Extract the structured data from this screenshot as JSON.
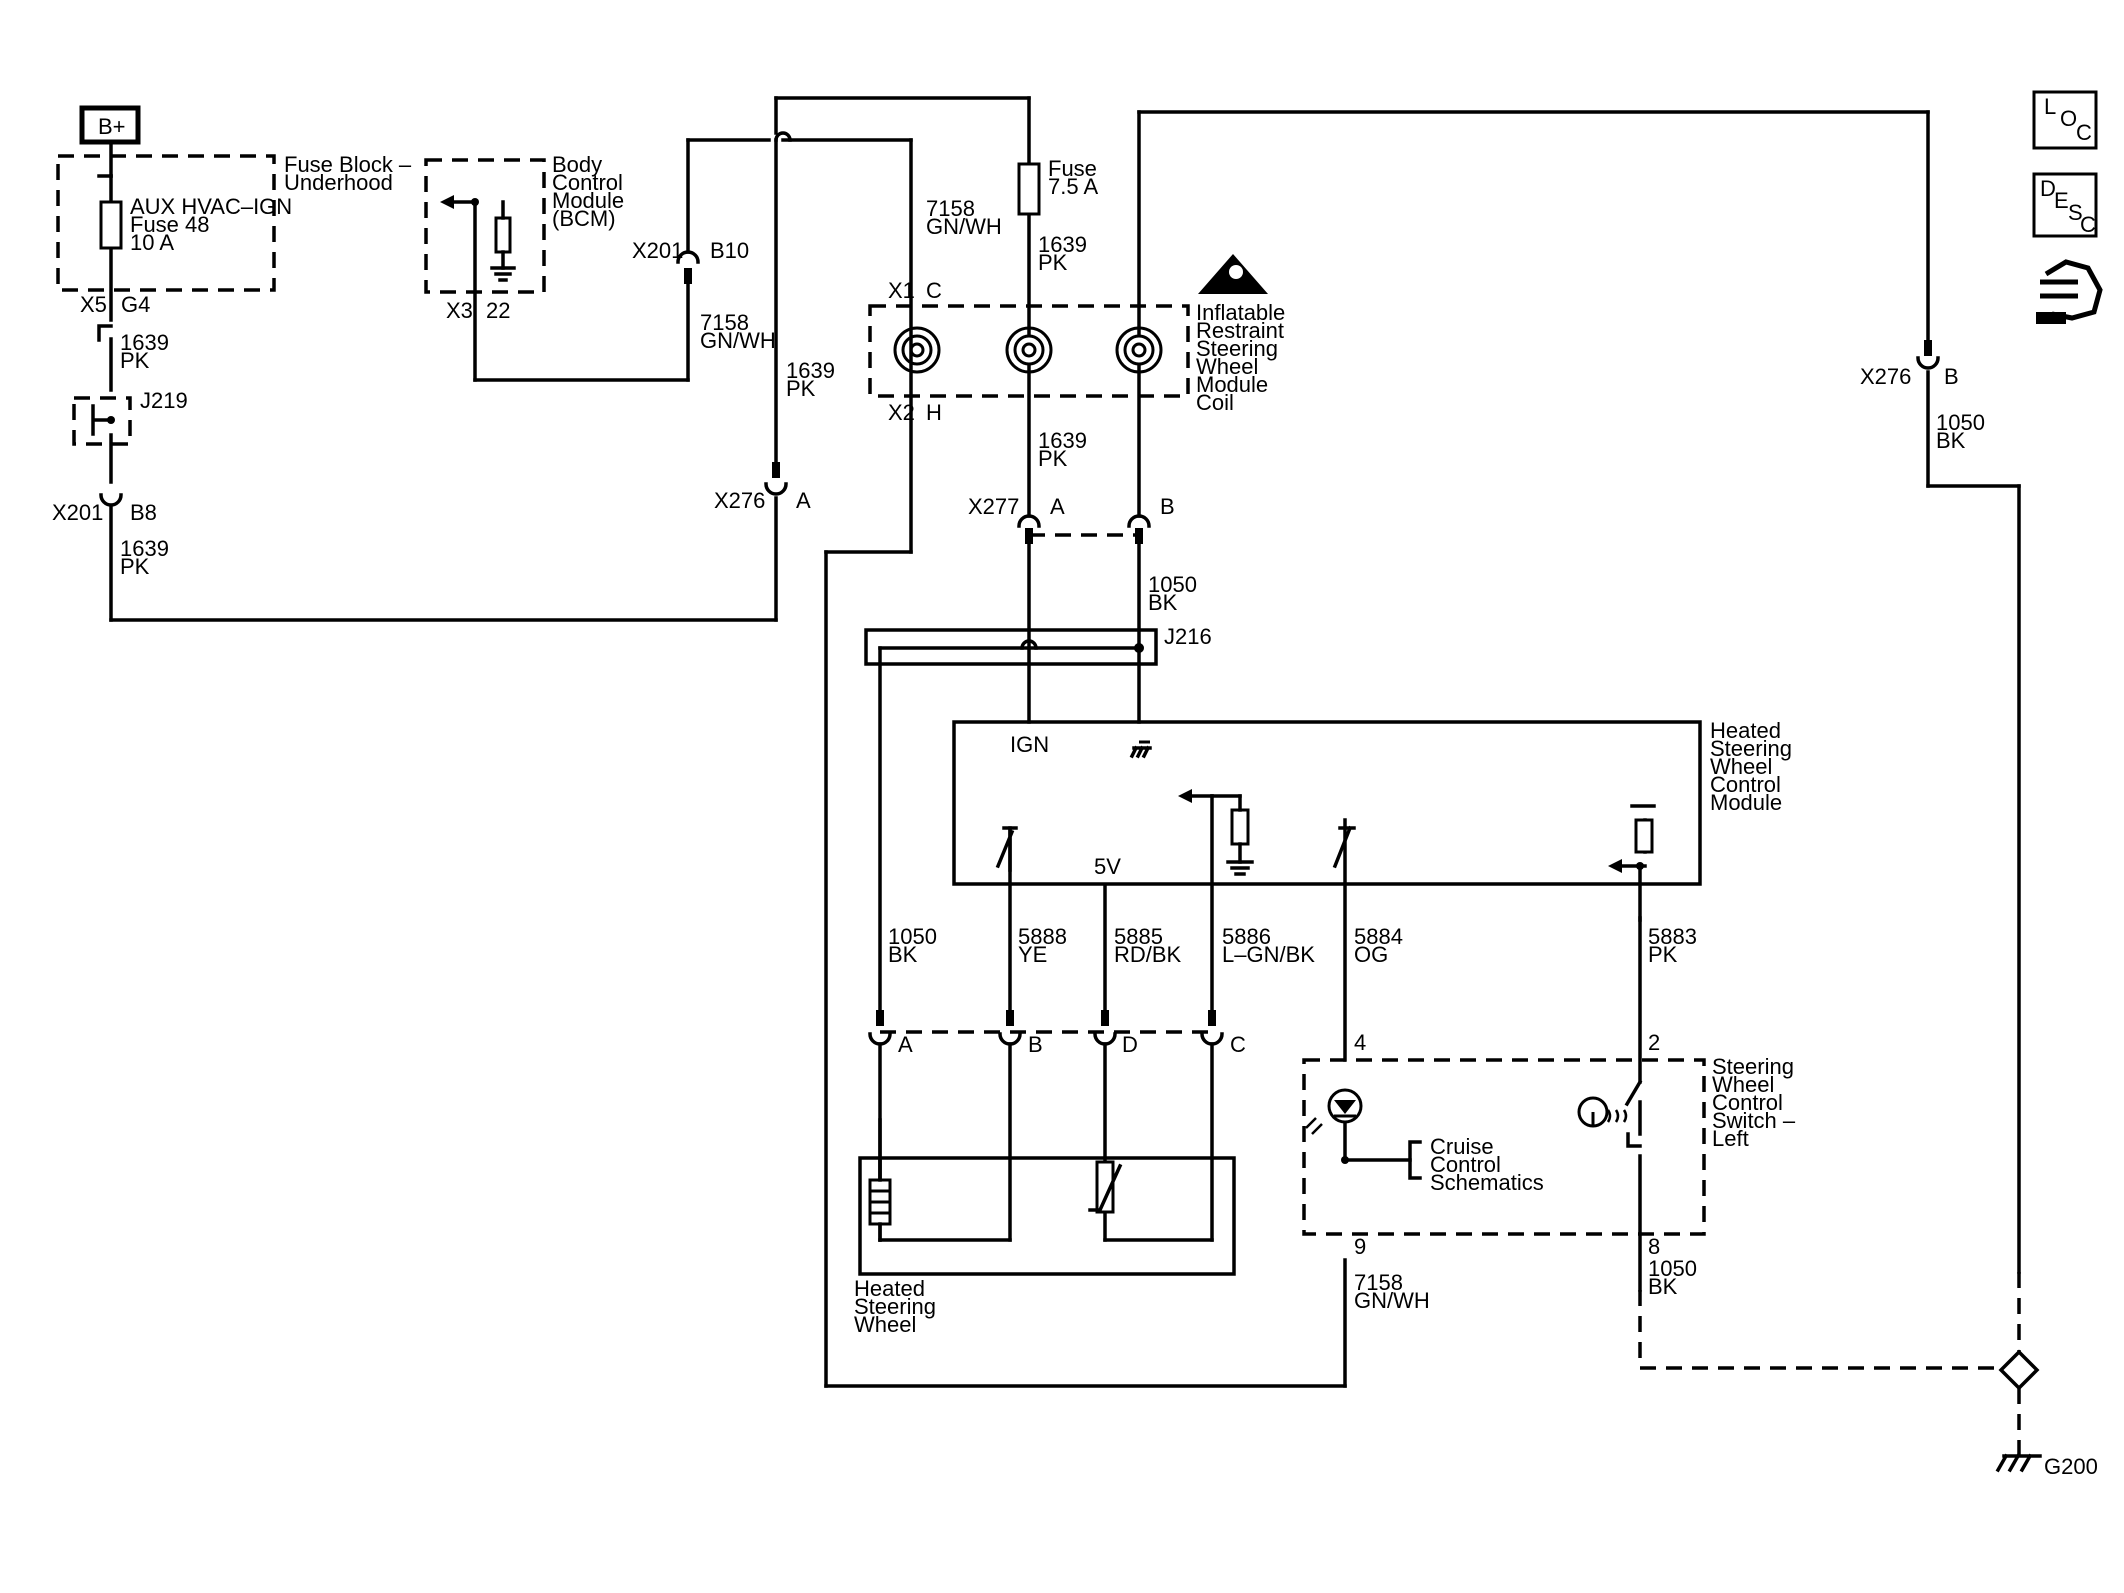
{
  "power": {
    "battery": "B+"
  },
  "fuse_block": {
    "label_1": "Fuse Block –",
    "label_2": "Underhood",
    "fuse_1": "AUX HVAC–IGN",
    "fuse_2": "Fuse 48",
    "fuse_3": "10 A",
    "conn": "X5",
    "pin": "G4"
  },
  "bcm": {
    "label_1": "Body",
    "label_2": "Control",
    "label_3": "Module",
    "label_4": "(BCM)",
    "conn": "X3",
    "pin": "22"
  },
  "splice_j219": "J219",
  "x201_b8": {
    "conn": "X201",
    "pin": "B8"
  },
  "x201_b10": {
    "conn": "X201",
    "pin": "B10"
  },
  "x276_a": {
    "conn": "X276",
    "pin": "A"
  },
  "x276_b": {
    "conn": "X276",
    "pin": "B"
  },
  "x277": {
    "conn": "X277",
    "pin_a": "A",
    "pin_b": "B"
  },
  "fuse_75": {
    "label_1": "Fuse",
    "label_2": "7.5 A"
  },
  "coil": {
    "x1": "X1",
    "c": "C",
    "x2": "X2",
    "h": "H",
    "label_1": "Inflatable",
    "label_2": "Restraint",
    "label_3": "Steering",
    "label_4": "Wheel",
    "label_5": "Module",
    "label_6": "Coil"
  },
  "splice_j216": "J216",
  "hswcm": {
    "label_1": "Heated",
    "label_2": "Steering",
    "label_3": "Wheel",
    "label_4": "Control",
    "label_5": "Module",
    "ign": "IGN",
    "v5": "5V"
  },
  "wires": {
    "w1639_a_num": "1639",
    "w1639_a_col": "PK",
    "w1639_b_num": "1639",
    "w1639_b_col": "PK",
    "w1639_c_num": "1639",
    "w1639_c_col": "PK",
    "w1639_d_num": "1639",
    "w1639_d_col": "PK",
    "w1639_e_num": "1639",
    "w1639_e_col": "PK",
    "w7158_a_num": "7158",
    "w7158_a_col": "GN/WH",
    "w7158_b_num": "7158",
    "w7158_b_col": "GN/WH",
    "w7158_c_num": "7158",
    "w7158_c_col": "GN/WH",
    "w1050_a_num": "1050",
    "w1050_a_col": "BK",
    "w1050_b_num": "1050",
    "w1050_b_col": "BK",
    "w1050_c_num": "1050",
    "w1050_c_col": "BK",
    "w1050_d_num": "1050",
    "w1050_d_col": "BK",
    "w5888_num": "5888",
    "w5888_col": "YE",
    "w5885_num": "5885",
    "w5885_col": "RD/BK",
    "w5886_num": "5886",
    "w5886_col": "L–GN/BK",
    "w5884_num": "5884",
    "w5884_col": "OG",
    "w5883_num": "5883",
    "w5883_col": "PK"
  },
  "hsw_conn": {
    "a": "A",
    "b": "B",
    "d": "D",
    "c": "C"
  },
  "heated_wheel": {
    "label_1": "Heated",
    "label_2": "Steering",
    "label_3": "Wheel"
  },
  "switch_left": {
    "label_1": "Steering",
    "label_2": "Wheel",
    "label_3": "Control",
    "label_4": "Switch –",
    "label_5": "Left",
    "pin4": "4",
    "pin2": "2",
    "pin9": "9",
    "pin8": "8"
  },
  "cruise": {
    "label_1": "Cruise",
    "label_2": "Control",
    "label_3": "Schematics"
  },
  "ground": "G200",
  "side_icons": {
    "loc_l": "L",
    "loc_o": "O",
    "loc_c": "C",
    "desc_d": "D",
    "desc_e": "E",
    "desc_s": "S",
    "desc_c": "C"
  }
}
